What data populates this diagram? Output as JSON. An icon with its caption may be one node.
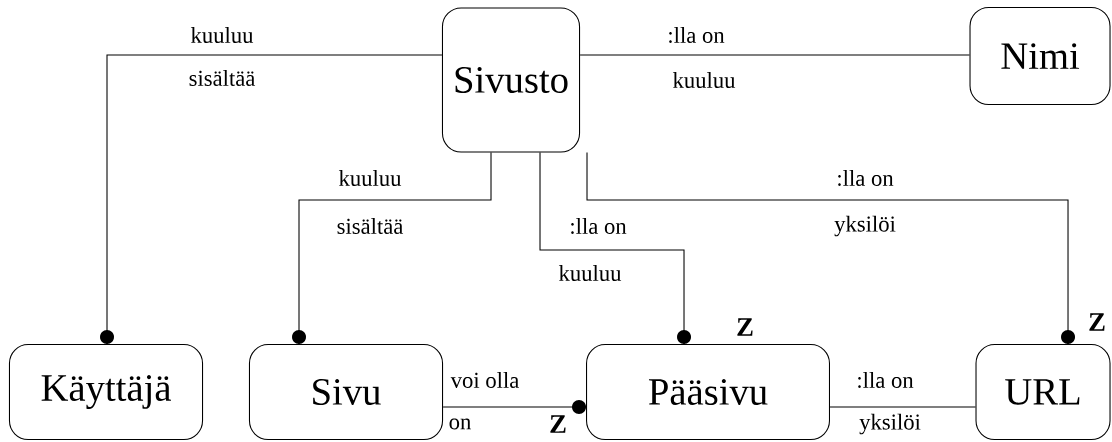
{
  "diagram": {
    "nodes": [
      {
        "text": [
          "Sivusto"
        ]
      },
      {
        "text": [
          "Nimi"
        ]
      },
      {
        "text": [
          "Käyttäjä"
        ]
      },
      {
        "text": [
          "Sivu"
        ]
      },
      {
        "text": [
          "Pääsivu"
        ]
      },
      {
        "text": [
          "URL"
        ]
      }
    ],
    "edges": [
      {
        "from": 0,
        "to": 2,
        "arrow": "other",
        "label": [
          "kuuluu",
          "sisältää"
        ]
      },
      {
        "from": 0,
        "to": 1,
        "arrow": "none",
        "label": [
          ":lla on",
          "kuuluu"
        ]
      },
      {
        "from": 0,
        "to": 3,
        "arrow": "other",
        "label": [
          "kuuluu",
          "sisältää"
        ]
      },
      {
        "from": 0,
        "to": 4,
        "arrow": "other",
        "label": [
          ":lla on",
          "kuuluu"
        ]
      },
      {
        "from": 0,
        "to": 5,
        "arrow": "other",
        "label": [
          ":lla on",
          "yksilöi"
        ]
      },
      {
        "from": 3,
        "to": 4,
        "arrow": "other",
        "label": [
          "voi olla",
          "on"
        ]
      },
      {
        "from": 4,
        "to": 5,
        "arrow": "none",
        "label": [
          ":lla on",
          "yksilöi"
        ]
      }
    ],
    "labels": [
      "Z",
      "Z",
      "Z"
    ]
  }
}
